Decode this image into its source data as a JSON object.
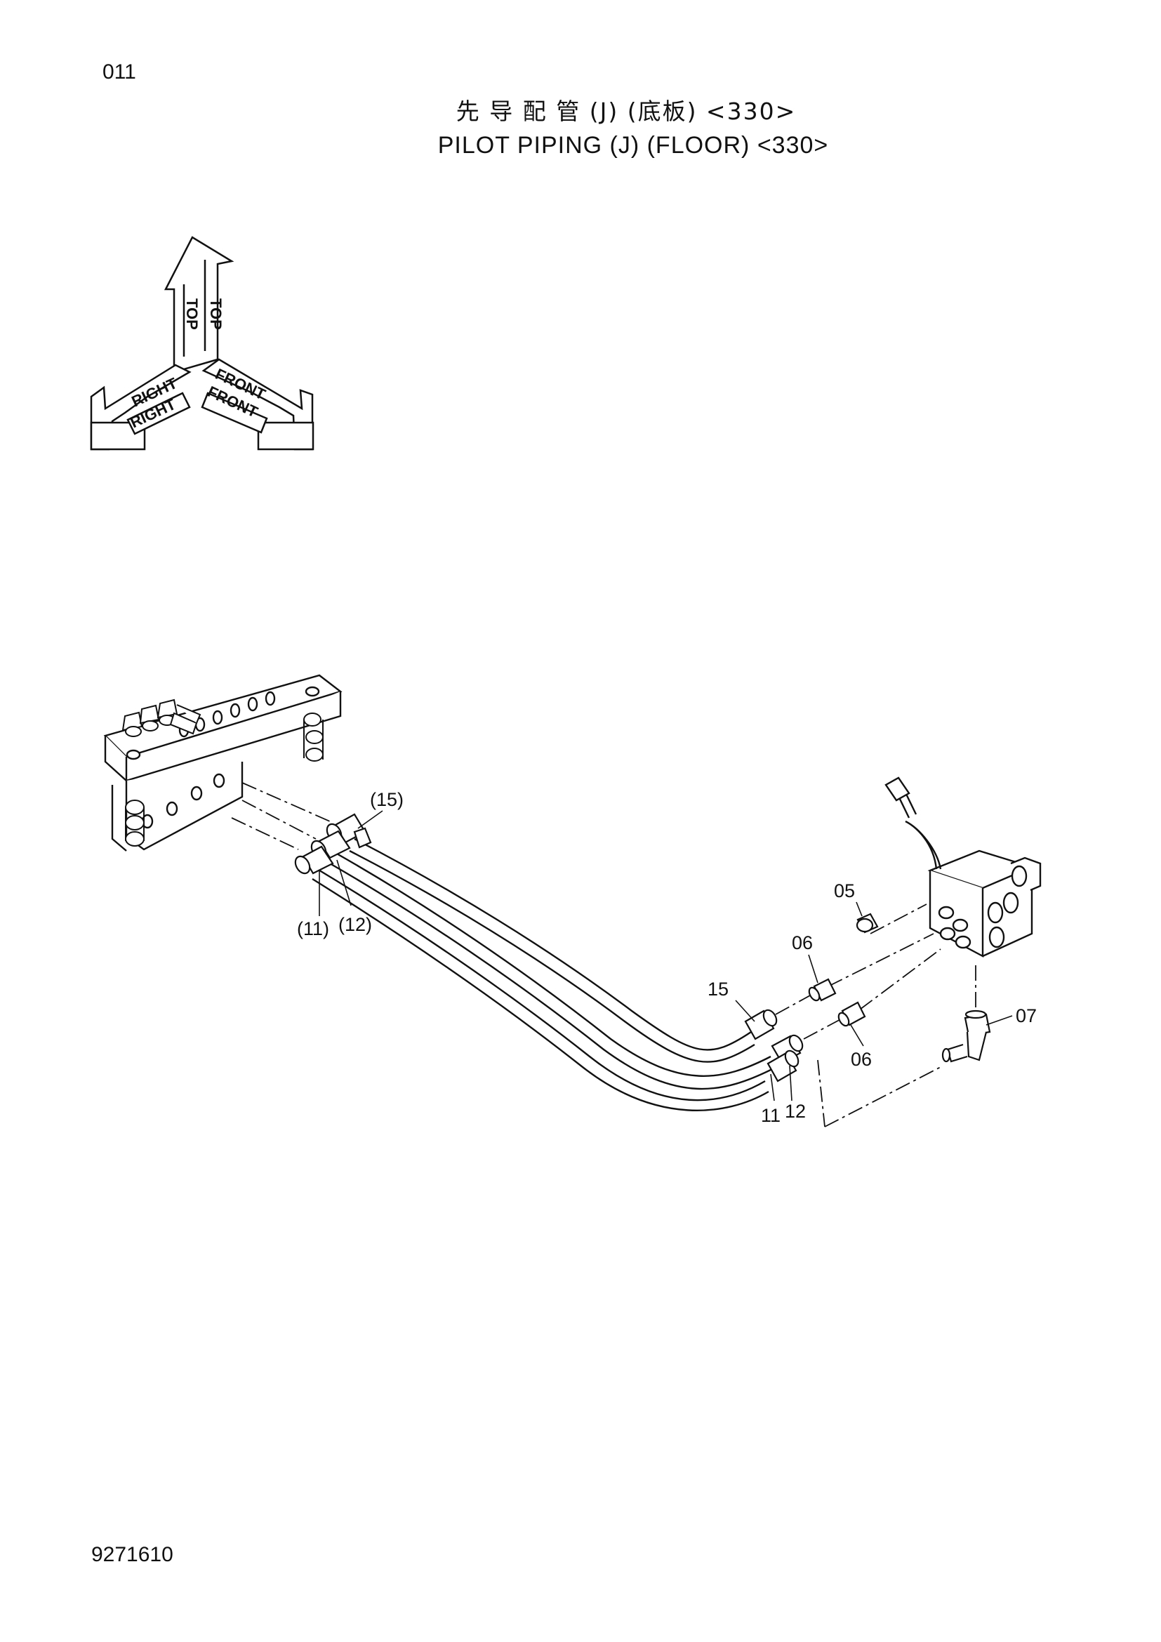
{
  "header": {
    "page_number": "011",
    "title_cn": "先 导 配 管 (J) (底板) <330>",
    "title_en": "PILOT  PIPING  (J) (FLOOR) <330>"
  },
  "orientation": {
    "top": "TOP",
    "right": "RIGHT",
    "front": "FRONT"
  },
  "callouts": {
    "c15_paren": "(15)",
    "c11_paren": "(11)",
    "c12_paren": "(12)",
    "c05": "05",
    "c06_upper": "06",
    "c06_lower": "06",
    "c15": "15",
    "c07": "07",
    "c11": "11",
    "c12": "12"
  },
  "footer": {
    "drawing_number": "9271610"
  }
}
